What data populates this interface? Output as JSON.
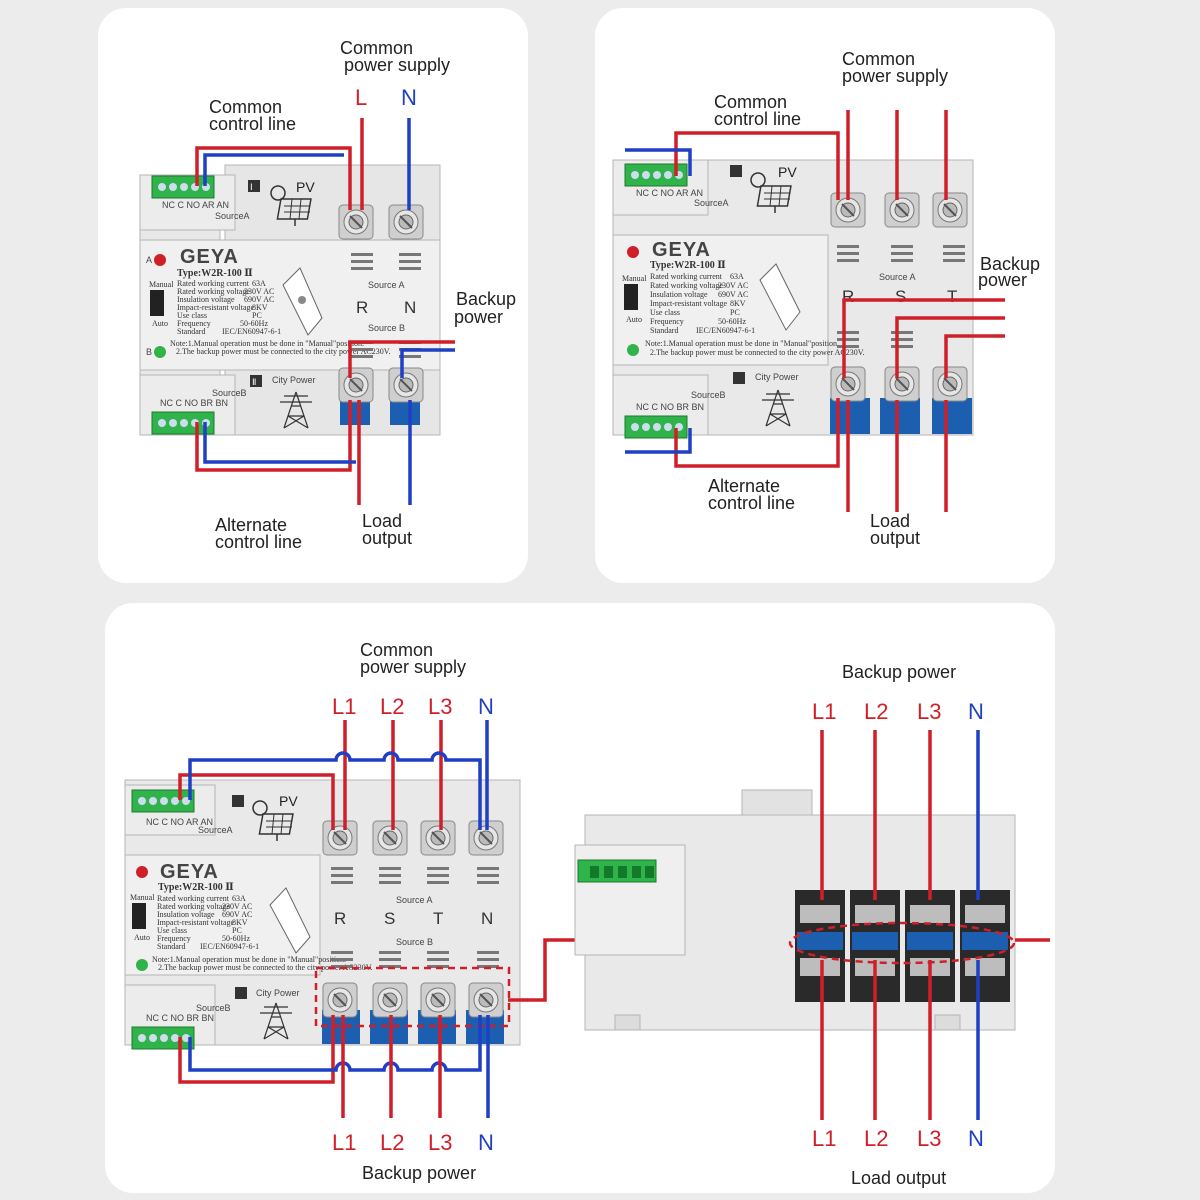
{
  "panel1": {
    "common_supply": [
      "Common",
      "power supply"
    ],
    "phase_L": "L",
    "phase_N": "N",
    "common_control": [
      "Common",
      "control line"
    ],
    "backup_power": [
      "Backup",
      "power"
    ],
    "alternate_control": [
      "Alternate",
      "control line"
    ],
    "load_output": [
      "Load",
      "output"
    ],
    "terminals": [
      "R",
      "N"
    ]
  },
  "panel2": {
    "common_supply": [
      "Common",
      "power supply"
    ],
    "common_control": [
      "Common",
      "control line"
    ],
    "backup_power": [
      "Backup",
      "power"
    ],
    "alternate_control": [
      "Alternate",
      "control line"
    ],
    "load_output": [
      "Load",
      "output"
    ],
    "terminals": [
      "R",
      "S",
      "T"
    ]
  },
  "panel3": {
    "common_supply": [
      "Common",
      "power supply"
    ],
    "top_phases": [
      "L1",
      "L2",
      "L3",
      "N"
    ],
    "bottom_phases": [
      "L1",
      "L2",
      "L3",
      "N"
    ],
    "backup_power_bottom": "Backup power",
    "terminals": [
      "R",
      "S",
      "T",
      "N"
    ]
  },
  "panel4": {
    "backup_power_top": "Backup power",
    "top_phases": [
      "L1",
      "L2",
      "L3",
      "N"
    ],
    "bottom_phases": [
      "L1",
      "L2",
      "L3",
      "N"
    ],
    "load_output": "Load output"
  },
  "device": {
    "brand": "GEYA",
    "type": "Type:W2R-100 Ⅱ",
    "pv": "PV",
    "city_power": "City Power",
    "source_a": "Source A",
    "source_b": "Source B",
    "sourceA_small": "SourceA",
    "sourceB_small": "SourceB",
    "terminal_a": "NC C NO AR AN",
    "terminal_b": "NC C NO BR BN",
    "label_A": "A",
    "label_B": "B",
    "manual": "Manual",
    "auto": "Auto",
    "roman_1": "Ⅰ",
    "roman_2": "Ⅱ",
    "spec_lines": [
      "Rated working current",
      "Rated working voltage",
      "Insulation voltage",
      "Impact-resistant voltage",
      "Use class",
      "Frequency",
      "Standard"
    ],
    "spec_values": [
      "63A",
      "230V AC",
      "690V AC",
      "8KV",
      "PC",
      "50-60Hz",
      "IEC/EN60947-6-1"
    ],
    "note": [
      "Note:1.Manual operation must be done in \"Manual\"position.",
      "2.The backup power must be connected to the city power AC230V."
    ]
  },
  "colors": {
    "red": "#d11f2a",
    "blue": "#1f3fc4",
    "terminal_blue": "#1c5fb0",
    "green": "#2fb34a"
  }
}
